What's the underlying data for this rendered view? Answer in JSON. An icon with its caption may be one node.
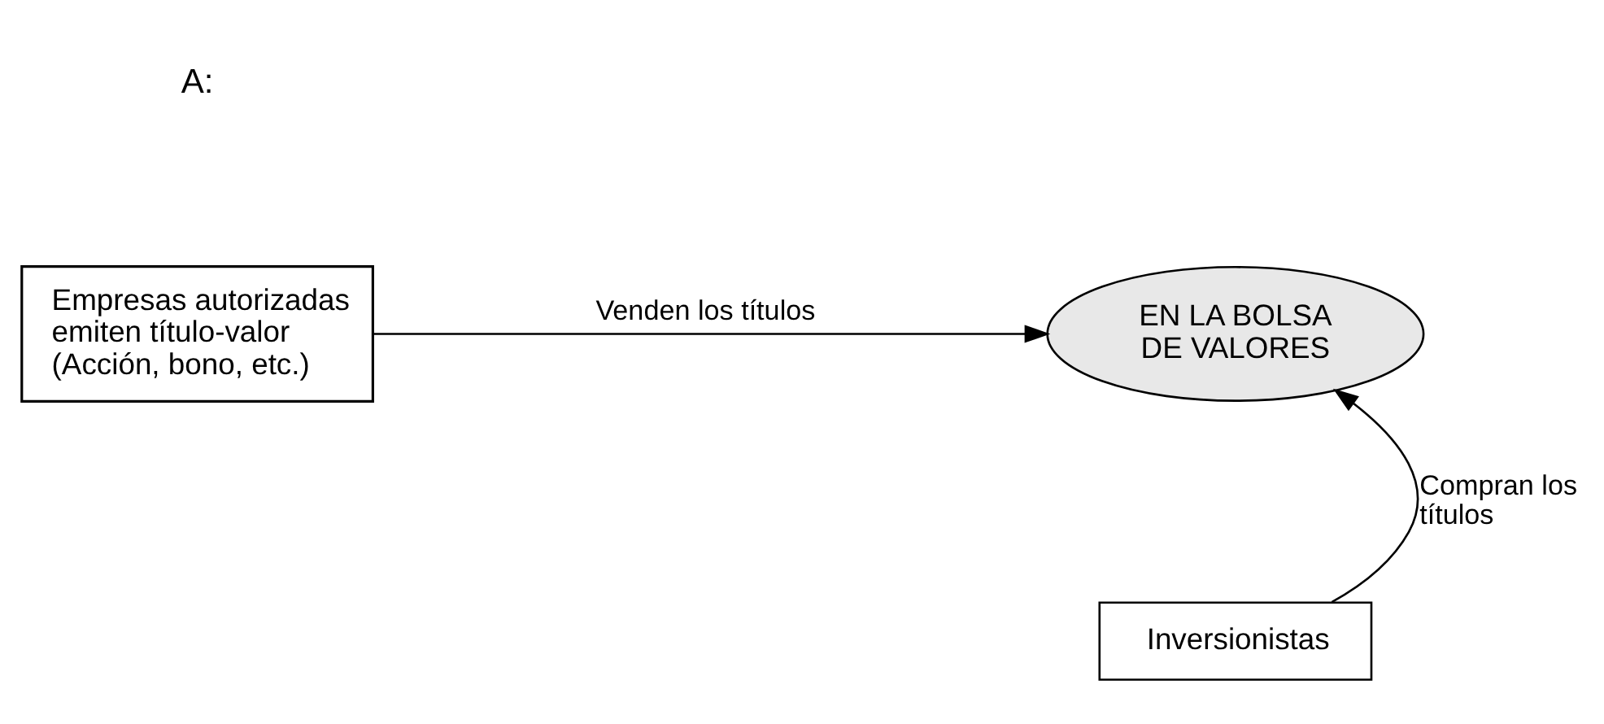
{
  "diagram": {
    "nodes": [
      {
        "text": [
          "Empresas autorizadas emiten título-valor (Acción, bono, etc.)"
        ]
      },
      {
        "text": [
          "EN LA BOLSA DE VALORES"
        ]
      },
      {
        "text": [
          "Inversionistas"
        ]
      }
    ],
    "edges": [
      {
        "from": 0,
        "to": 1,
        "arrow": "to",
        "label": "Venden los títulos"
      },
      {
        "from": 2,
        "to": 1,
        "arrow": "to",
        "label": "Compran los títulos"
      }
    ],
    "labels": [
      "A:"
    ]
  }
}
